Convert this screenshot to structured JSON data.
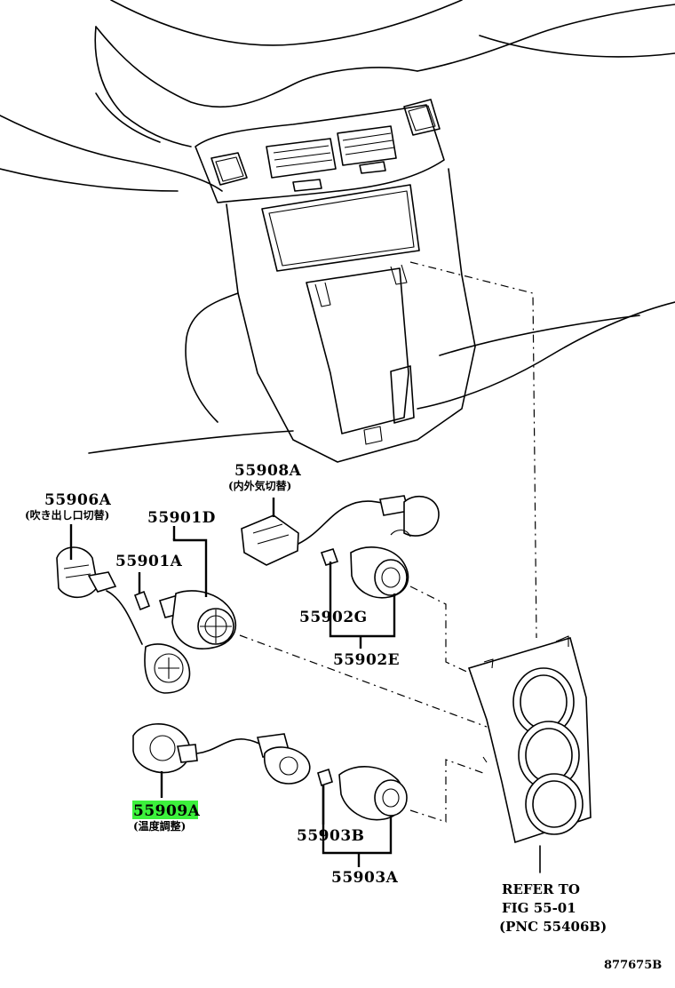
{
  "labels": {
    "p55908A": "55908A",
    "p55908A_sub": "(内外気切替)",
    "p55906A": "55906A",
    "p55906A_sub": "(吹き出し口切替)",
    "p55901D": "55901D",
    "p55901A": "55901A",
    "p55902G": "55902G",
    "p55902E": "55902E",
    "p55909A": "55909A",
    "p55909A_sub": "(温度調整)",
    "p55903B": "55903B",
    "p55903A": "55903A",
    "refer_line1": "REFER TO",
    "refer_line2": "FIG 55-01",
    "refer_line3": "(PNC 55406B)",
    "figure_id": "877675B"
  },
  "highlight": {
    "part": "55909A",
    "color": "#3cf13c"
  }
}
